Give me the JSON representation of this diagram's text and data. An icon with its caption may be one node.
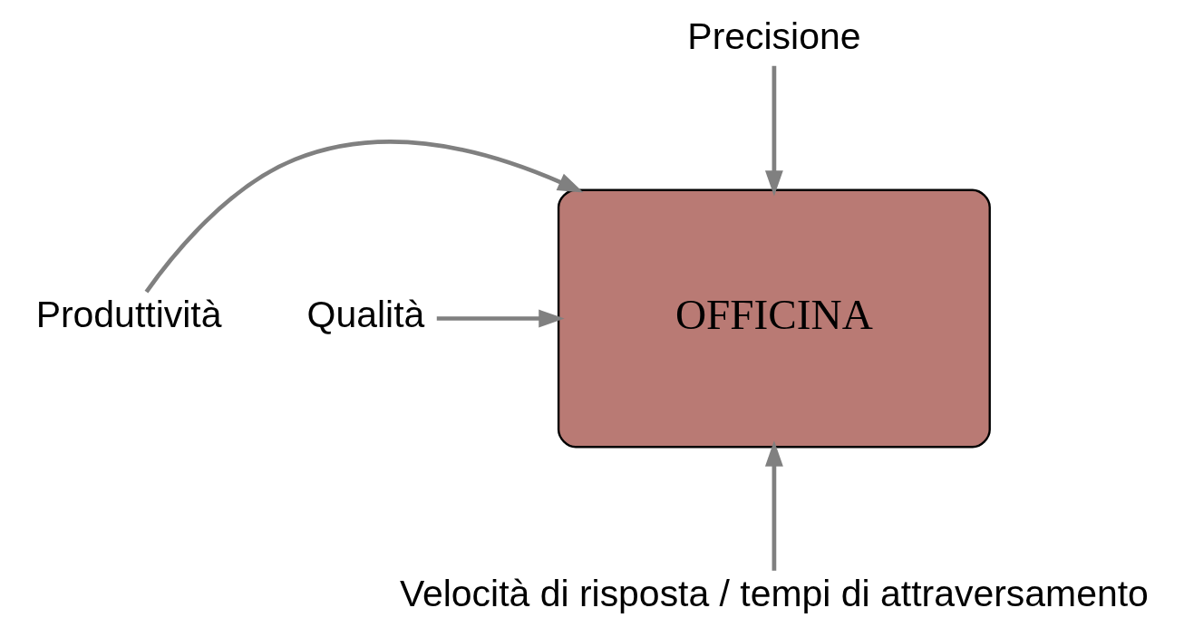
{
  "diagram": {
    "nodes": [
      {
        "text": [
          "OFFICINA"
        ]
      },
      {
        "text": [
          "Precisione"
        ]
      },
      {
        "text": [
          "Produttività"
        ]
      },
      {
        "text": [
          "Qualità"
        ]
      },
      {
        "text": [
          "Velocità di risposta / tempi di attraversamento"
        ]
      }
    ],
    "edges": [
      {
        "from": 1,
        "to": 0,
        "arrow": "to"
      },
      {
        "from": 2,
        "to": 0,
        "arrow": "to"
      },
      {
        "from": 3,
        "to": 0,
        "arrow": "to"
      },
      {
        "from": 4,
        "to": 0,
        "arrow": "to"
      }
    ]
  }
}
